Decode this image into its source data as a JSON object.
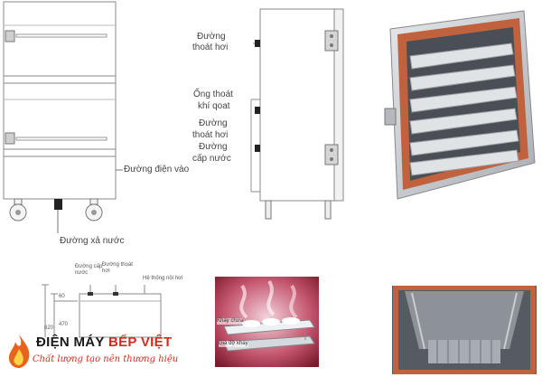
{
  "front_view": {
    "label_power": "Đường điện vào",
    "label_drain": "Đường xả nước"
  },
  "side_view": {
    "label_steam_out_1": [
      "Đường",
      "thoát hơi"
    ],
    "label_gas_vent": [
      "Ống thoát",
      "khí qoat"
    ],
    "label_steam_out_2": [
      "Đường",
      "thoát hơi"
    ],
    "label_water_in": [
      "Đường",
      "cấp nước"
    ]
  },
  "schematic": {
    "label_water_in": [
      "Đường cấp",
      "nước"
    ],
    "label_steam_out": [
      "Đường thoát",
      "hơi"
    ],
    "label_boiler": "Hệ thống nồi hơi",
    "dim_60": "60",
    "dim_470": "470",
    "dim_620": "620"
  },
  "tray_photo": {
    "label_tray": "Khay chứa",
    "label_rack": "Giá đỡ khay"
  },
  "brand": {
    "name_part1": "ĐIỆN MÁY",
    "name_part2": "BẾP VIỆT",
    "slogan": "Chất lượng tạo nên thương hiệu"
  },
  "colors": {
    "accent": "#d52b1e",
    "cabinet_frame": "#c0623d",
    "steel": "#c8ccd0"
  }
}
